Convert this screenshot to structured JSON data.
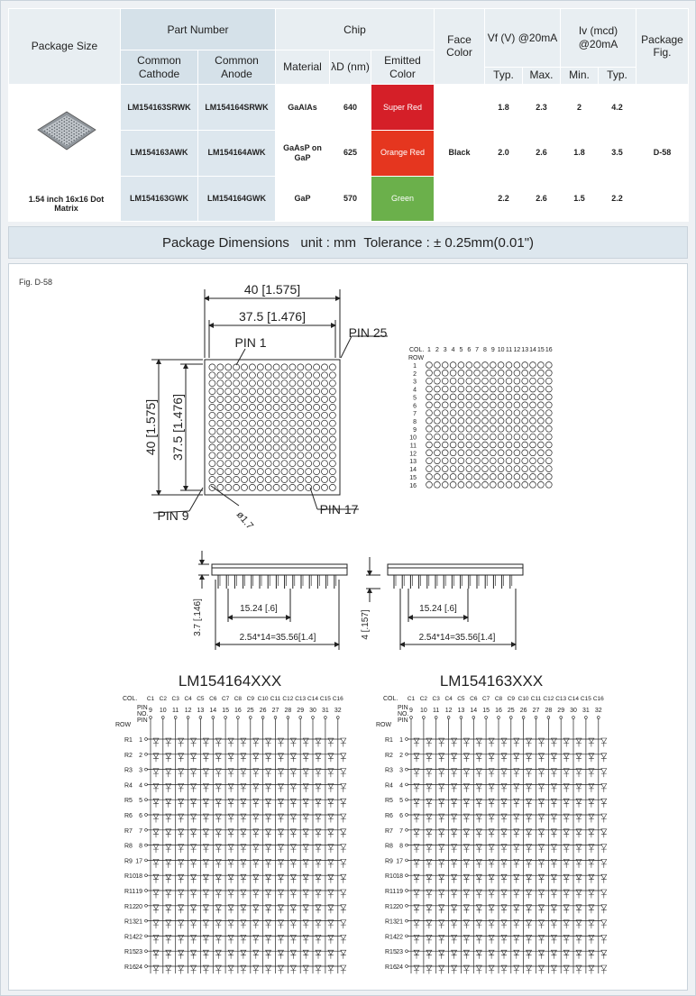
{
  "table": {
    "headers": {
      "package_size": "Package Size",
      "part_number": "Part Number",
      "common_cathode": "Common Cathode",
      "common_anode": "Common Anode",
      "chip": "Chip",
      "material": "Material",
      "lambda": "λD (nm)",
      "emitted_color": "Emitted Color",
      "face_color": "Face Color",
      "vf": "Vf (V) @20mA",
      "iv": "Iv (mcd) @20mA",
      "package_fig": "Package Fig.",
      "typ": "Typ.",
      "max": "Max.",
      "min": "Min.",
      "typ2": "Typ."
    },
    "package_name": "1.54 inch 16x16 Dot Matrix",
    "face_color": "Black",
    "package_fig": "D-58",
    "rows": [
      {
        "cathode": "LM154163SRWK",
        "anode": "LM154164SRWK",
        "material": "GaAlAs",
        "lambda": "640",
        "color": "Super Red",
        "vf_typ": "1.8",
        "vf_max": "2.3",
        "iv_min": "2",
        "iv_typ": "4.2"
      },
      {
        "cathode": "LM154163AWK",
        "anode": "LM154164AWK",
        "material": "GaAsP on GaP",
        "lambda": "625",
        "color": "Orange Red",
        "vf_typ": "2.0",
        "vf_max": "2.6",
        "iv_min": "1.8",
        "iv_typ": "3.5"
      },
      {
        "cathode": "LM154163GWK",
        "anode": "LM154164GWK",
        "material": "GaP",
        "lambda": "570",
        "color": "Green",
        "vf_typ": "2.2",
        "vf_max": "2.6",
        "iv_min": "1.5",
        "iv_typ": "2.2"
      }
    ]
  },
  "banner": {
    "title": "Package Dimensions",
    "unit": "unit : mm",
    "tolerance": "Tolerance : ± 0.25mm(0.01\")"
  },
  "drawing": {
    "fig_label": "Fig. D-58",
    "dims": {
      "outer_w": "40 [1.575]",
      "inner_w": "37.5 [1.476]",
      "outer_h": "40 [1.575]",
      "inner_h": "37.5 [1.476]",
      "dot": "ø1.7",
      "pin1": "PIN 1",
      "pin9": "PIN 9",
      "pin17": "PIN 17",
      "pin25": "PIN 25",
      "side_h1": "3.7 [.146]",
      "side_h2": "4 [.157]",
      "pitch_row": "15.24 [.6]",
      "pitch_total": "2.54*14=35.56[1.4]"
    },
    "matrix_labels": {
      "col": "COL.",
      "row": "ROW",
      "cols": [
        "1",
        "2",
        "3",
        "4",
        "5",
        "6",
        "7",
        "8",
        "9",
        "10",
        "11",
        "12",
        "13",
        "14",
        "15",
        "16"
      ],
      "rows": [
        "1",
        "2",
        "3",
        "4",
        "5",
        "6",
        "7",
        "8",
        "9",
        "10",
        "11",
        "12",
        "13",
        "14",
        "15",
        "16"
      ]
    },
    "schematics": [
      {
        "title": "LM154164XXX"
      },
      {
        "title": "LM154163XXX"
      }
    ],
    "schem_labels": {
      "col": "COL.",
      "pin": "PIN",
      "no": "NO.",
      "row": "ROW",
      "col_names": [
        "C1",
        "C2",
        "C3",
        "C4",
        "C5",
        "C6",
        "C7",
        "C8",
        "C9",
        "C10",
        "C11",
        "C12",
        "C13",
        "C14",
        "C15",
        "C16"
      ],
      "col_pins": [
        "9",
        "10",
        "11",
        "12",
        "13",
        "14",
        "15",
        "16",
        "25",
        "26",
        "27",
        "28",
        "29",
        "30",
        "31",
        "32"
      ],
      "row_names": [
        "R1",
        "R2",
        "R3",
        "R4",
        "R5",
        "R6",
        "R7",
        "R8",
        "R9",
        "R10",
        "R11",
        "R12",
        "R13",
        "R14",
        "R15",
        "R16"
      ],
      "row_pins": [
        "1",
        "2",
        "3",
        "4",
        "5",
        "6",
        "7",
        "8",
        "17",
        "18",
        "19",
        "20",
        "21",
        "22",
        "23",
        "24"
      ]
    }
  },
  "colors": {
    "super_red": "#d51f28",
    "orange_red": "#e5361f",
    "green": "#6bb04b",
    "header_bg": "#e8eef2",
    "part_bg": "#dde7ee"
  }
}
